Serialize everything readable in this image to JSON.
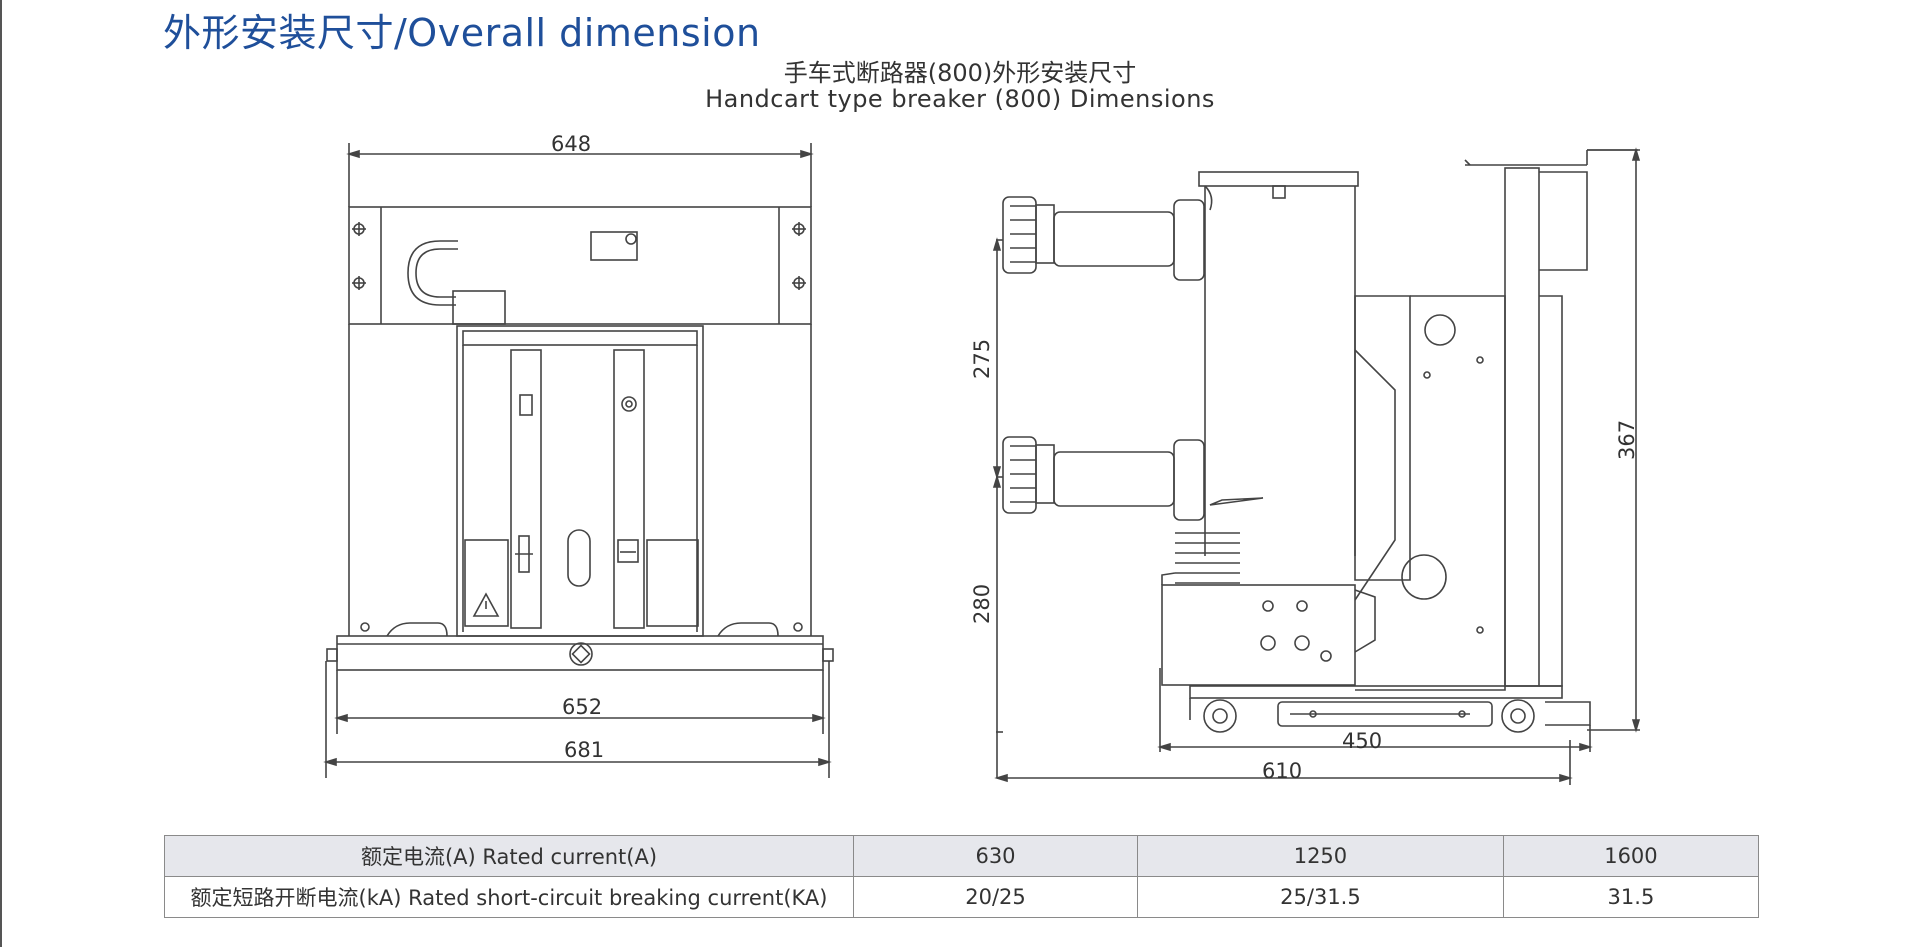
{
  "page_title": "外形安装尺寸/Overall dimension",
  "subtitle_zh": "手车式断路器(800)外形安装尺寸",
  "subtitle_en": "Handcart type breaker (800) Dimensions",
  "dimensions": {
    "front_top_width": "648",
    "front_base_inner_width": "652",
    "front_base_outer_width": "681",
    "side_upper_height": "275",
    "side_lower_height": "280",
    "side_total_height": "367",
    "side_wheel_span": "450",
    "side_total_depth": "610"
  },
  "table": {
    "rows": [
      {
        "label": "额定电流(A) Rated current(A)",
        "values": [
          "630",
          "1250",
          "1600"
        ]
      },
      {
        "label": "额定短路开断电流(kA) Rated short-circuit breaking current(KA)",
        "values": [
          "20/25",
          "25/31.5",
          "31.5"
        ]
      }
    ]
  },
  "colors": {
    "title": "#1f4f9a",
    "line": "#444444",
    "table_header_bg": "#e6e7ec"
  }
}
